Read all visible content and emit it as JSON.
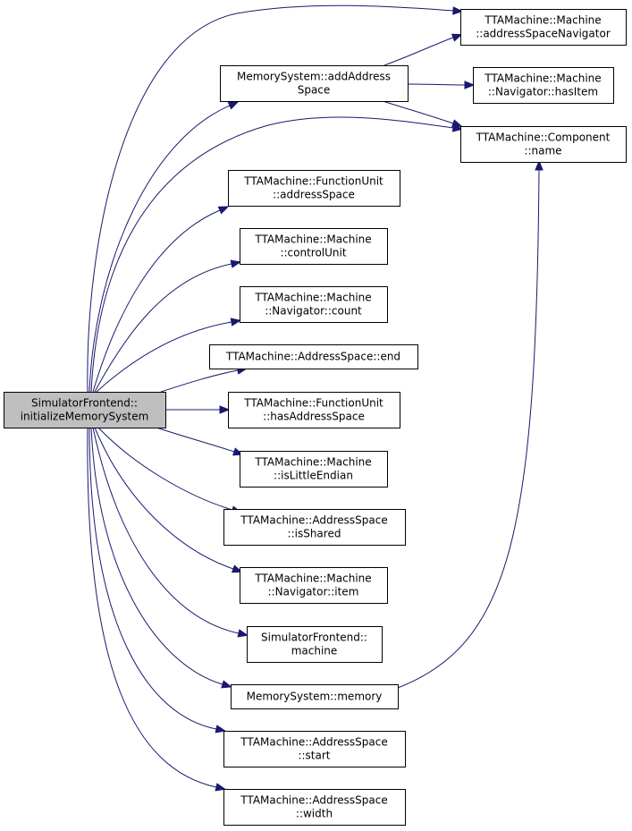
{
  "graph": {
    "colors": {
      "edge": "#191970",
      "root_fill": "#bfbfbf",
      "node_fill": "#ffffff",
      "border": "#000000"
    },
    "nodes": [
      {
        "id": "root",
        "lines": [
          "SimulatorFrontend::",
          "initializeMemorySystem"
        ]
      },
      {
        "id": "asn",
        "lines": [
          "TTAMachine::Machine",
          "::addressSpaceNavigator"
        ]
      },
      {
        "id": "msadd",
        "lines": [
          "MemorySystem::addAddress",
          "Space"
        ]
      },
      {
        "id": "hasitem",
        "lines": [
          "TTAMachine::Machine",
          "::Navigator::hasItem"
        ]
      },
      {
        "id": "compname",
        "lines": [
          "TTAMachine::Component",
          "::name"
        ]
      },
      {
        "id": "fuas",
        "lines": [
          "TTAMachine::FunctionUnit",
          "::addressSpace"
        ]
      },
      {
        "id": "cu",
        "lines": [
          "TTAMachine::Machine",
          "::controlUnit"
        ]
      },
      {
        "id": "navcount",
        "lines": [
          "TTAMachine::Machine",
          "::Navigator::count"
        ]
      },
      {
        "id": "asend",
        "lines": [
          "TTAMachine::AddressSpace::end"
        ]
      },
      {
        "id": "fuhas",
        "lines": [
          "TTAMachine::FunctionUnit",
          "::hasAddressSpace"
        ]
      },
      {
        "id": "le",
        "lines": [
          "TTAMachine::Machine",
          "::isLittleEndian"
        ]
      },
      {
        "id": "shared",
        "lines": [
          "TTAMachine::AddressSpace",
          "::isShared"
        ]
      },
      {
        "id": "navitem",
        "lines": [
          "TTAMachine::Machine",
          "::Navigator::item"
        ]
      },
      {
        "id": "sfmachine",
        "lines": [
          "SimulatorFrontend::",
          "machine"
        ]
      },
      {
        "id": "msmem",
        "lines": [
          "MemorySystem::memory"
        ]
      },
      {
        "id": "asstart",
        "lines": [
          "TTAMachine::AddressSpace",
          "::start"
        ]
      },
      {
        "id": "aswidth",
        "lines": [
          "TTAMachine::AddressSpace",
          "::width"
        ]
      }
    ],
    "edges": [
      {
        "from": "root",
        "to": "asn"
      },
      {
        "from": "root",
        "to": "msadd"
      },
      {
        "from": "root",
        "to": "compname"
      },
      {
        "from": "root",
        "to": "fuas"
      },
      {
        "from": "root",
        "to": "cu"
      },
      {
        "from": "root",
        "to": "navcount"
      },
      {
        "from": "root",
        "to": "asend"
      },
      {
        "from": "root",
        "to": "fuhas"
      },
      {
        "from": "root",
        "to": "le"
      },
      {
        "from": "root",
        "to": "shared"
      },
      {
        "from": "root",
        "to": "navitem"
      },
      {
        "from": "root",
        "to": "sfmachine"
      },
      {
        "from": "root",
        "to": "msmem"
      },
      {
        "from": "root",
        "to": "asstart"
      },
      {
        "from": "root",
        "to": "aswidth"
      },
      {
        "from": "msadd",
        "to": "asn"
      },
      {
        "from": "msadd",
        "to": "hasitem"
      },
      {
        "from": "msadd",
        "to": "compname"
      },
      {
        "from": "msmem",
        "to": "compname"
      }
    ]
  }
}
